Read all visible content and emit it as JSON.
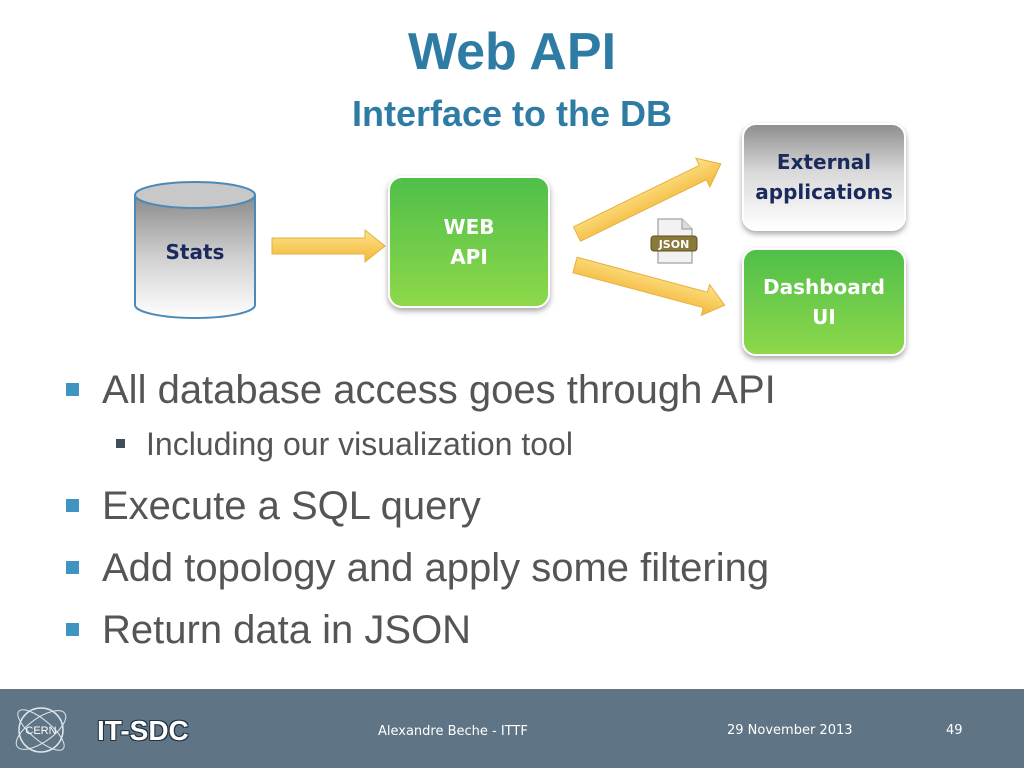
{
  "slide": {
    "title": "Web API",
    "subtitle": "Interface to the DB"
  },
  "diagram": {
    "stats_label": "Stats",
    "web_api_label": "WEB\nAPI",
    "external_label": "External\napplications",
    "dashboard_label": "Dashboard\nUI",
    "json_badge": "JSON",
    "icons": [
      "database-icon",
      "json-file-icon",
      "arrow-icon"
    ]
  },
  "bullets": [
    {
      "text": "All database access goes through API",
      "sub": [
        "Including our visualization tool"
      ]
    },
    {
      "text": "Execute a SQL query",
      "sub": []
    },
    {
      "text": "Add topology and apply some filtering",
      "sub": []
    },
    {
      "text": "Return data in JSON",
      "sub": []
    }
  ],
  "footer": {
    "logo_text": "CERN",
    "group": "IT-SDC",
    "author": "Alexandre Beche - ITTF",
    "date": "29 November 2013",
    "page": "49"
  },
  "colors": {
    "title": "#2e7ca4",
    "bullet": "#3f94c2",
    "footer_bg": "#5f7585",
    "box_green": "#4fbf4a",
    "arrow": "#f7c94e"
  }
}
